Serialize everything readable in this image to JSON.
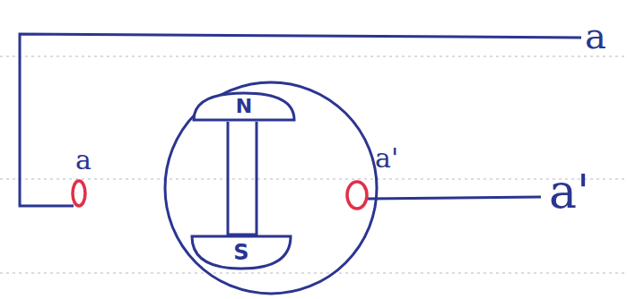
{
  "diagram": {
    "nodes": [
      {
        "text": [
          "N"
        ]
      },
      {
        "text": [
          "S"
        ]
      }
    ],
    "edges": [
      {
        "from": 0,
        "to": 1,
        "arrow": "none"
      }
    ],
    "labels": [
      "a",
      "a",
      "a'",
      "a'"
    ]
  }
}
